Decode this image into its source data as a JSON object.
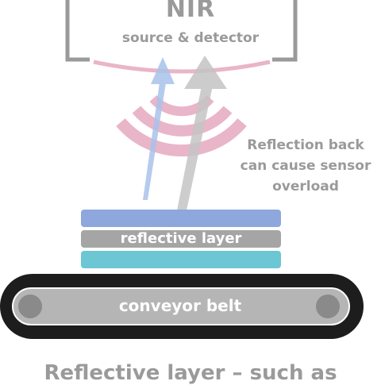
{
  "header": {
    "title": "NIR",
    "subtitle": "source & detector"
  },
  "note": {
    "line1": "Reflection back",
    "line2": "can cause sensor",
    "line3": "overload"
  },
  "layers": {
    "reflective_label": "reflective layer",
    "top_color": "#8ea7dc",
    "middle_color": "#a5a5a5",
    "bottom_color": "#6cc6d4"
  },
  "belt": {
    "label": "conveyor belt"
  },
  "caption": "Reflective layer – such as",
  "colors": {
    "bracket": "#9a9a9a",
    "waves": "#e9b5c8",
    "blue_arrow": "#a9c2ea",
    "gray_arrow": "#c4c4c4",
    "belt_outer": "#1d1d1d"
  }
}
